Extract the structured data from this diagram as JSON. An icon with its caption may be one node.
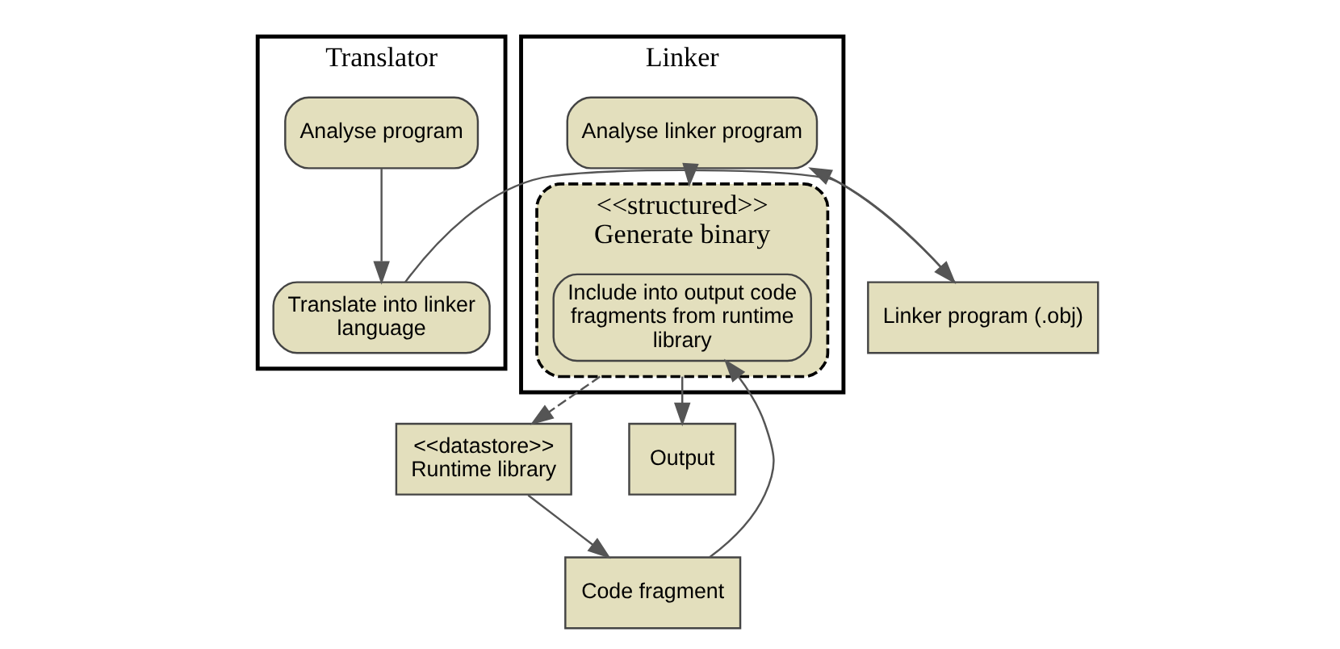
{
  "diagram": {
    "nodes": [
      {
        "text": [
          "Translator"
        ]
      },
      {
        "text": [
          "Analyse program"
        ],
        "in": 0
      },
      {
        "text": [
          "Translate into linker language"
        ],
        "in": 0
      },
      {
        "text": [
          "Linker"
        ]
      },
      {
        "text": [
          "Analyse linker program"
        ],
        "in": 3
      },
      {
        "text": [
          "<<structured>>",
          "Generate binary"
        ],
        "in": 3
      },
      {
        "text": [
          "Include into output code fragments from runtime library"
        ],
        "in": 5
      },
      {
        "text": [
          "Linker program (.obj)"
        ]
      },
      {
        "text": [
          "<<datastore>>",
          "Runtime library"
        ]
      },
      {
        "text": [
          "Code fragment"
        ]
      },
      {
        "text": [
          "Output"
        ]
      }
    ],
    "edges": [
      {
        "from": 1,
        "to": 2,
        "arrow": "to"
      },
      {
        "from": 2,
        "to": 7,
        "arrow": "to"
      },
      {
        "from": 7,
        "to": 4,
        "arrow": "to"
      },
      {
        "from": 4,
        "to": 5,
        "arrow": "to"
      },
      {
        "from": 5,
        "to": 8,
        "arrow": "to",
        "style": "dashed"
      },
      {
        "from": 8,
        "to": 9,
        "arrow": "to"
      },
      {
        "from": 9,
        "to": 6,
        "arrow": "to"
      },
      {
        "from": 5,
        "to": 10,
        "arrow": "to"
      }
    ]
  }
}
